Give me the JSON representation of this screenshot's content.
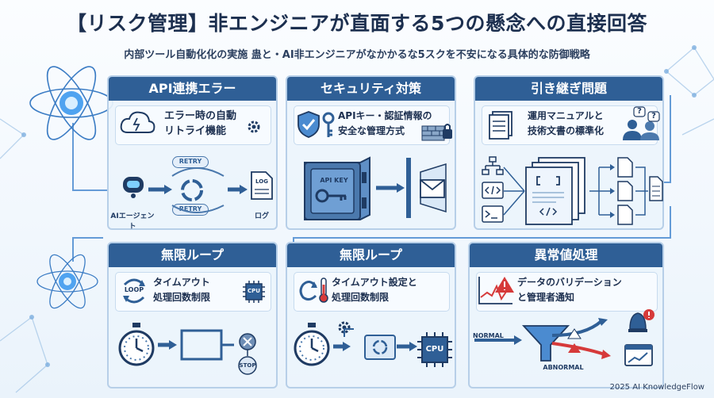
{
  "header": {
    "title": "【リスク管理】非エンジニアが直面する5つの懸念への直接回答",
    "subtitle": "内部ツール自動化化の実施 蛊と・AI非エンジニアがなかかるな5スクを不安になる具体的な防御戦略"
  },
  "panels": [
    {
      "heading": "API連携エラー",
      "text": "エラー時の自動\nリトライ機能",
      "labels": {
        "agent": "AIエージェント",
        "retry_top": "RETRY",
        "retry_bottom": "RETRY",
        "log_doc": "LOG",
        "log": "ログ"
      }
    },
    {
      "heading": "セキュリティ対策",
      "text": "APIキー・認証情報の\n安全な管理方式",
      "labels": {
        "safe": "API KEY"
      }
    },
    {
      "heading": "引き継ぎ問題",
      "text": "運用マニュアルと\n技術文書の標準化",
      "labels": {
        "bubble1": "?",
        "bubble2": "?"
      }
    },
    {
      "heading": "無限ループ",
      "text": "タイムアウト\n処理回数制限",
      "labels": {
        "loop": "LOOP",
        "cpu": "CPU",
        "stop": "STOP"
      }
    },
    {
      "heading": "無限ループ",
      "text": "タイムアウト設定と\n処理回数制限",
      "labels": {
        "cpu": "CPU"
      }
    },
    {
      "heading": "異常値処理",
      "text": "データのバリデーション\nと管理者通知",
      "labels": {
        "normal": "NORMAL",
        "abnormal": "ABNORMAL"
      }
    }
  ],
  "footer": {
    "credit": "2025 AI KnowledgeFlow"
  },
  "colors": {
    "primary": "#2f5f96",
    "accent": "#2f7dd1",
    "warning": "#d63a3a",
    "panel_bg": "#ecf4fc"
  },
  "icons": [
    "atom-icon",
    "cloud-sync-icon",
    "gear-icon",
    "robot-icon",
    "refresh-icon",
    "log-document-icon",
    "shield-icon",
    "key-icon",
    "lock-wall-icon",
    "safe-icon",
    "envelope-icon",
    "document-stack-icon",
    "people-question-icon",
    "hierarchy-icon",
    "code-icon",
    "terminal-icon",
    "loop-icon",
    "cpu-icon",
    "stopwatch-icon",
    "stop-icon",
    "thermometer-icon",
    "chart-warning-icon",
    "funnel-icon",
    "bell-alert-icon",
    "monitor-chart-icon"
  ]
}
